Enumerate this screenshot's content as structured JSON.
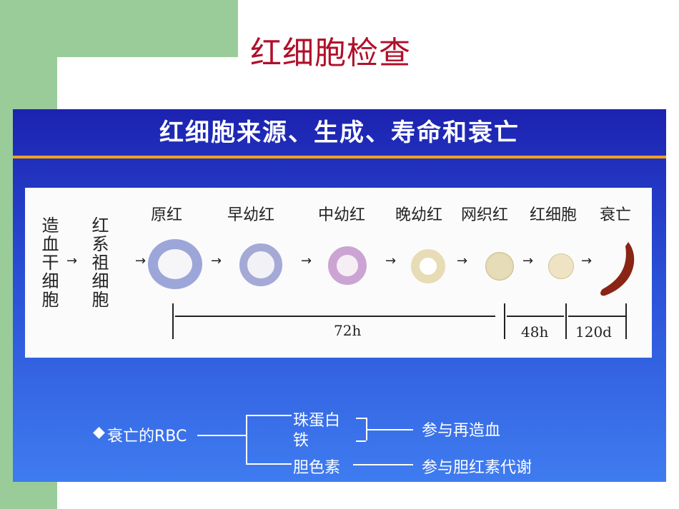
{
  "slide_title": "红细胞检查",
  "figure": {
    "heading": "红细胞来源、生成、寿命和衰亡",
    "source_cells": {
      "stem": "造血干细胞",
      "progenitor": "红系祖细胞"
    },
    "stages": [
      "原红",
      "早幼红",
      "中幼红",
      "晚幼红",
      "网织红",
      "红细胞",
      "衰亡"
    ],
    "durations": [
      "72h",
      "48h",
      "120d"
    ],
    "fate": {
      "start": "衰亡的RBC",
      "products": [
        "珠蛋白",
        "铁",
        "胆色素"
      ],
      "outcomes": [
        "参与再造血",
        "参与胆红素代谢"
      ]
    }
  },
  "colors": {
    "title_red": "#b0102a",
    "slide_blue": "#1c22b0",
    "accent_orange": "#f3a21e",
    "sidebar_green": "#99cc99"
  }
}
